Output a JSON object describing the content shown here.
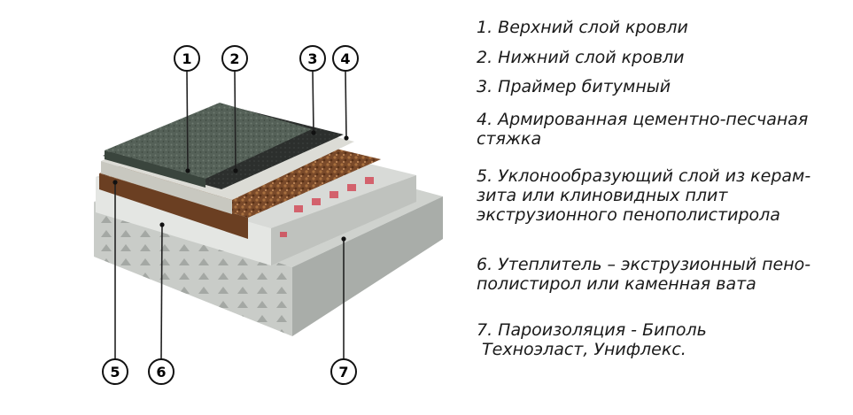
{
  "callouts": [
    "1",
    "2",
    "3",
    "4",
    "5",
    "6",
    "7"
  ],
  "legend": [
    {
      "lines": [
        "1. Верхний слой кровли"
      ]
    },
    {
      "lines": [
        "2. Нижний слой кровли"
      ]
    },
    {
      "lines": [
        "3. Праймер битумный"
      ]
    },
    {
      "lines": [
        "4. Армированная цементно-песчаная",
        "стяжка"
      ]
    },
    {
      "lines": [
        "5. Уклонообразующий слой из керам-",
        "зита или клиновидных плит",
        "экструзионного пенополистирола"
      ]
    },
    {
      "lines": [
        "6. Утеплитель – экструзионный пено-",
        "полистирол или каменная вата"
      ]
    },
    {
      "lines": [
        "7. Пароизоляция - Биполь",
        " Техноэласт, Унифлекс."
      ]
    }
  ]
}
